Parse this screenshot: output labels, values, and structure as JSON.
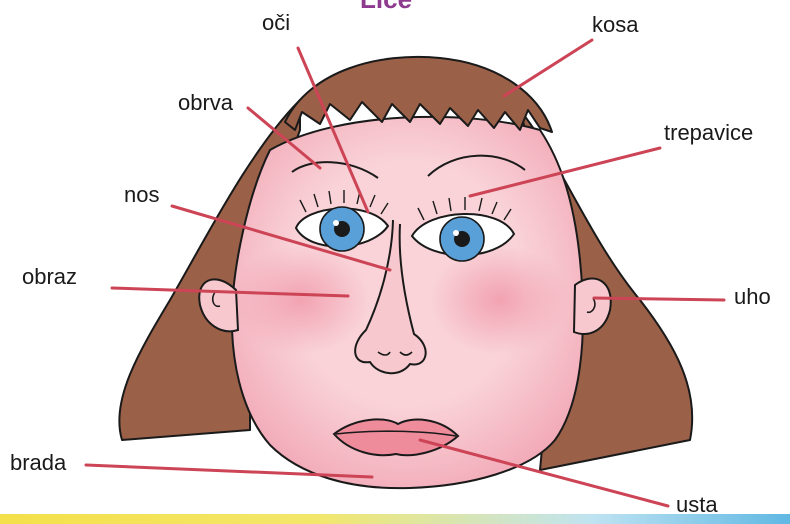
{
  "title": "Lice",
  "colors": {
    "title": "#8e3a8e",
    "leader_line": "#cc4455",
    "hair": "#9a6048",
    "hair_dark": "#7d4a35",
    "skin": "#f7c9cf",
    "cheek": "#f19aab",
    "iris": "#5aa0d8",
    "lips": "#ee8c9c",
    "outline": "#1a1a1a"
  },
  "labels": {
    "oci": "oči",
    "kosa": "kosa",
    "obrva": "obrva",
    "trepavice": "trepavice",
    "nos": "nos",
    "obraz": "obraz",
    "uho": "uho",
    "brada": "brada",
    "usta": "usta"
  }
}
